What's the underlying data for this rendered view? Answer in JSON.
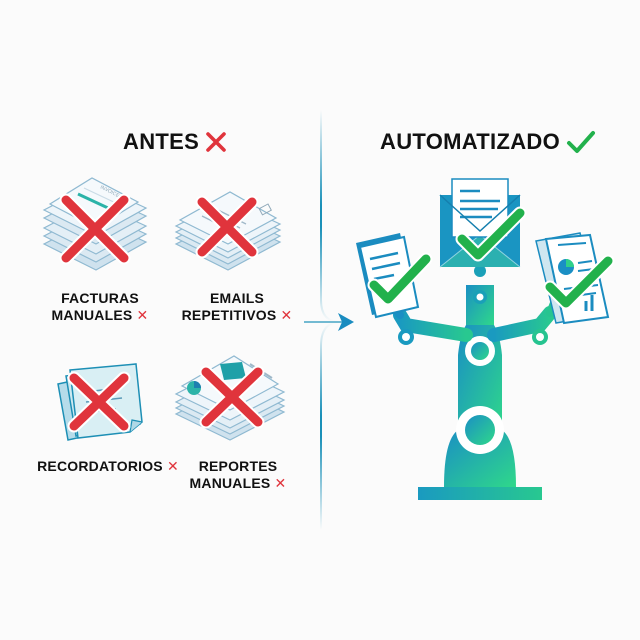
{
  "before": {
    "title": "ANTES",
    "title_icon": "x-icon",
    "items": [
      {
        "line1": "FACTURAS",
        "line2": "MANUALES",
        "icon": "invoice-stack-icon"
      },
      {
        "line1": "EMAILS",
        "line2": "REPETITIVOS",
        "icon": "email-stack-icon"
      },
      {
        "line1": "RECORDATORIOS",
        "line2": "",
        "icon": "sticky-notes-icon"
      },
      {
        "line1": "REPORTES",
        "line2": "MANUALES",
        "icon": "report-stack-icon"
      }
    ]
  },
  "after": {
    "title": "AUTOMATIZADO",
    "title_icon": "check-icon",
    "illustration": "robot-arm-icon",
    "held_items": [
      "document-icon",
      "envelope-icon",
      "report-icon"
    ]
  },
  "divider": {
    "icon": "arrow-right-icon"
  },
  "colors": {
    "red": "#e0343c",
    "green": "#22b14c",
    "teal": "#1aa0b8",
    "teal_light": "#2fd08a",
    "paper": "#e8f1f7",
    "paper_edge": "#9fc4d8"
  },
  "marks": {
    "x": "✕",
    "check": "✓"
  }
}
